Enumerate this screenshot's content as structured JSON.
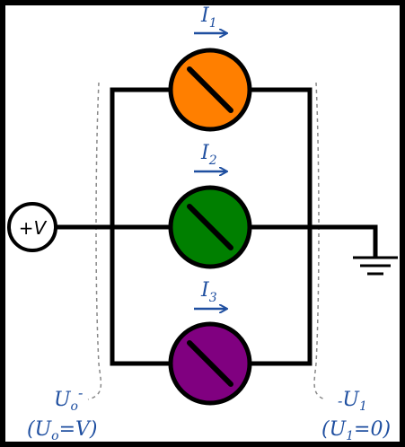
{
  "source": {
    "label": "+V"
  },
  "currents": [
    {
      "name": "I",
      "sub": "1",
      "color": "#ff7f00"
    },
    {
      "name": "I",
      "sub": "2",
      "color": "#007f00"
    },
    {
      "name": "I",
      "sub": "3",
      "color": "#800080"
    }
  ],
  "node_left": {
    "name": "U",
    "sub": "o",
    "sup": "-",
    "cond_open": "(U",
    "cond_sub": "o",
    "cond_rest": "=V)"
  },
  "node_right": {
    "dash": "-",
    "name": "U",
    "sub": "1",
    "cond_open": "(U",
    "cond_sub": "1",
    "cond_rest": "=0)"
  },
  "colors": {
    "background": "#ffffff",
    "frame": "#000000",
    "wire": "#000000",
    "label": "#1f4fa0",
    "dashed": "#888888"
  }
}
